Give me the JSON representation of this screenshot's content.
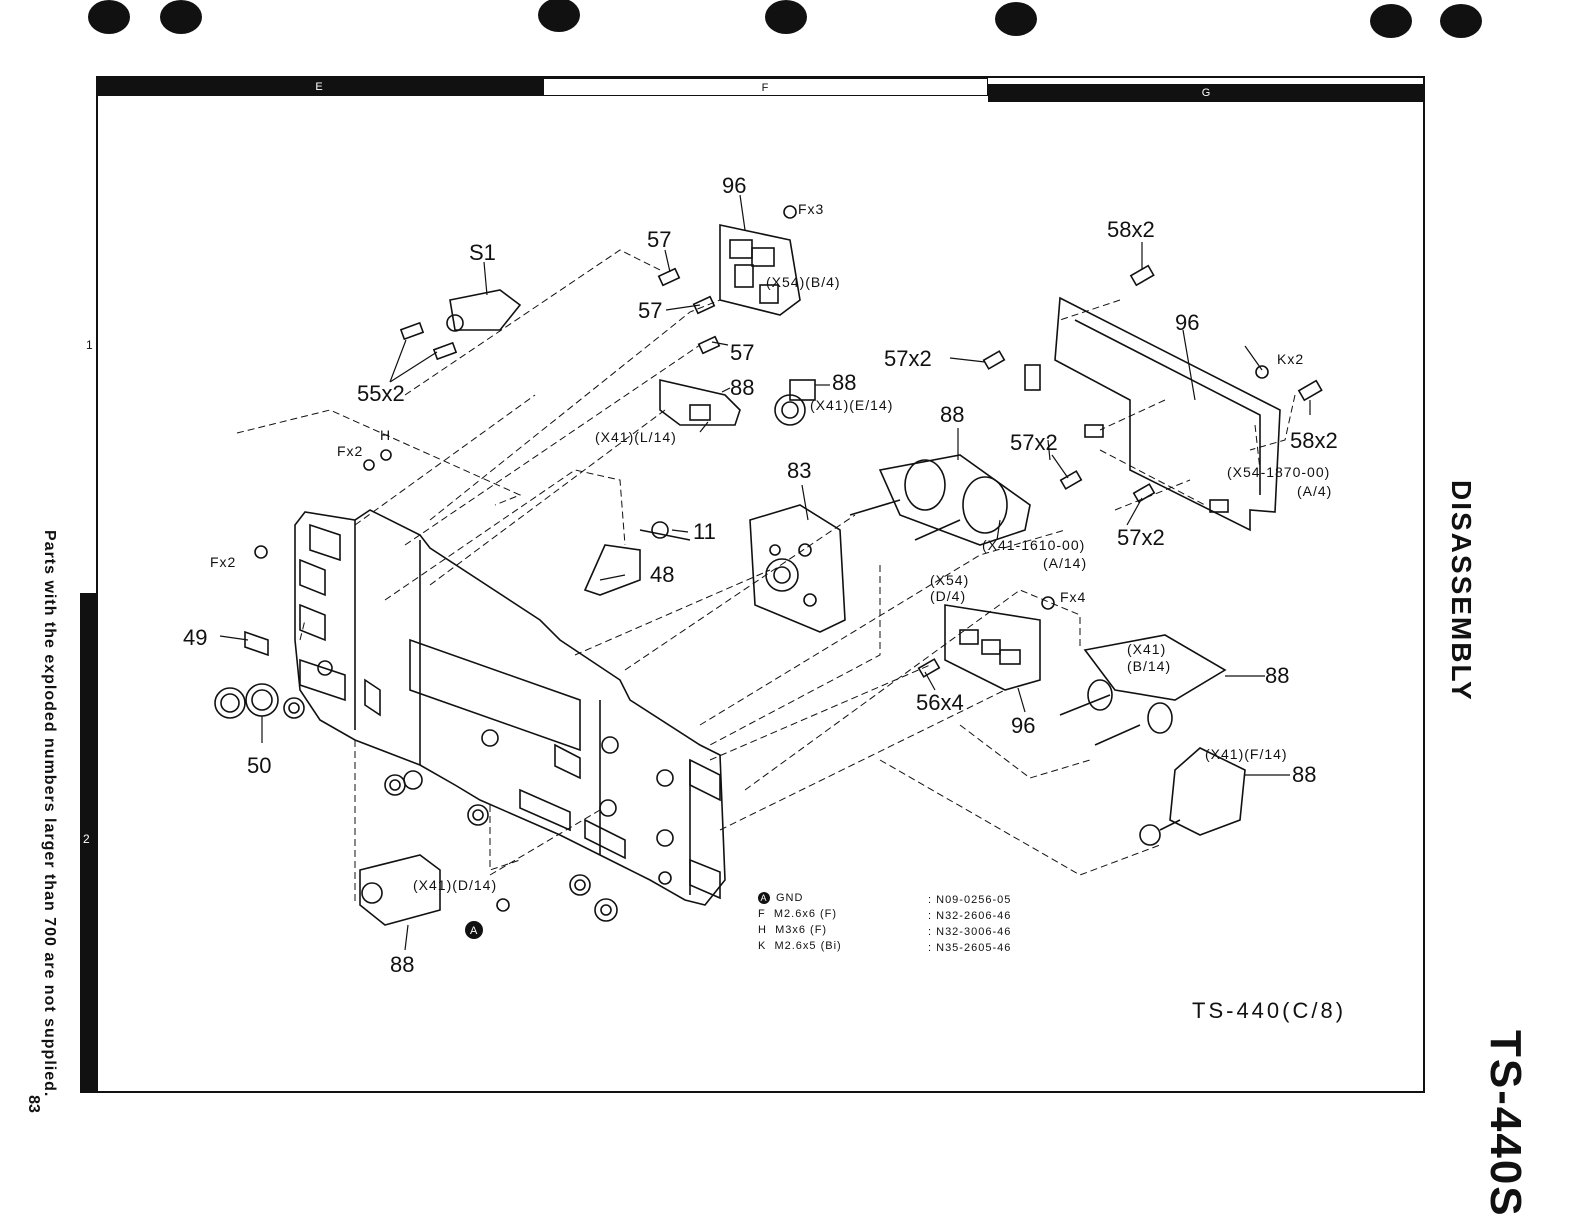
{
  "page": {
    "side_note": "Parts with the exploded numbers larger than 700 are not supplied.",
    "page_number": "83",
    "section": "DISASSEMBLY",
    "model": "TS-440S",
    "diagram_title": "TS-440(C/8)"
  },
  "grid": {
    "columns": [
      "E",
      "F",
      "G"
    ],
    "rows": [
      "1",
      "2"
    ]
  },
  "parts": {
    "p96_top": "96",
    "fx3": "Fx3",
    "p57_a": "57",
    "x54_b4": "(X54)(B/4)",
    "p57_b": "57",
    "p57_c": "57",
    "s1": "S1",
    "p55x2": "55x2",
    "p88_a": "88",
    "p88_b": "88",
    "x41_e14": "(X41)(E/14)",
    "x41_l14": "(X41)(L/14)",
    "fx2_h": "Fx2",
    "h": "H",
    "fx2_left": "Fx2",
    "p58x2_top": "58x2",
    "p96_right": "96",
    "kx2": "Kx2",
    "p57x2_a": "57x2",
    "p88_c": "88",
    "p57x2_b": "57x2",
    "p58x2_right": "58x2",
    "x54_1870": "(X54-1870-00)",
    "a4": "(A/4)",
    "p83": "83",
    "p11": "11",
    "p48": "48",
    "x41_1610": "(X41-1610-00)",
    "a14": "(A/14)",
    "p57x2_c": "57x2",
    "x54": "(X54)",
    "d4": "(D/4)",
    "fx4": "Fx4",
    "p49": "49",
    "x41": "(X41)",
    "b14": "(B/14)",
    "p88_d": "88",
    "p56x4": "56x4",
    "p96_bottom": "96",
    "p50": "50",
    "x41_f14": "(X41)(F/14)",
    "p88_e": "88",
    "x41_d14": "(X41)(D/14)",
    "p88_f": "88"
  },
  "legend": {
    "gnd_symbol": "A",
    "items": [
      {
        "code": "",
        "desc": "GND",
        "part": "N09-0256-05"
      },
      {
        "code": "F",
        "desc": "M2.6x6   (F)",
        "part": "N32-2606-46"
      },
      {
        "code": "H",
        "desc": "M3x6     (F)",
        "part": "N32-3006-46"
      },
      {
        "code": "K",
        "desc": "M2.6x5  (Bi)",
        "part": "N35-2605-46"
      }
    ]
  }
}
